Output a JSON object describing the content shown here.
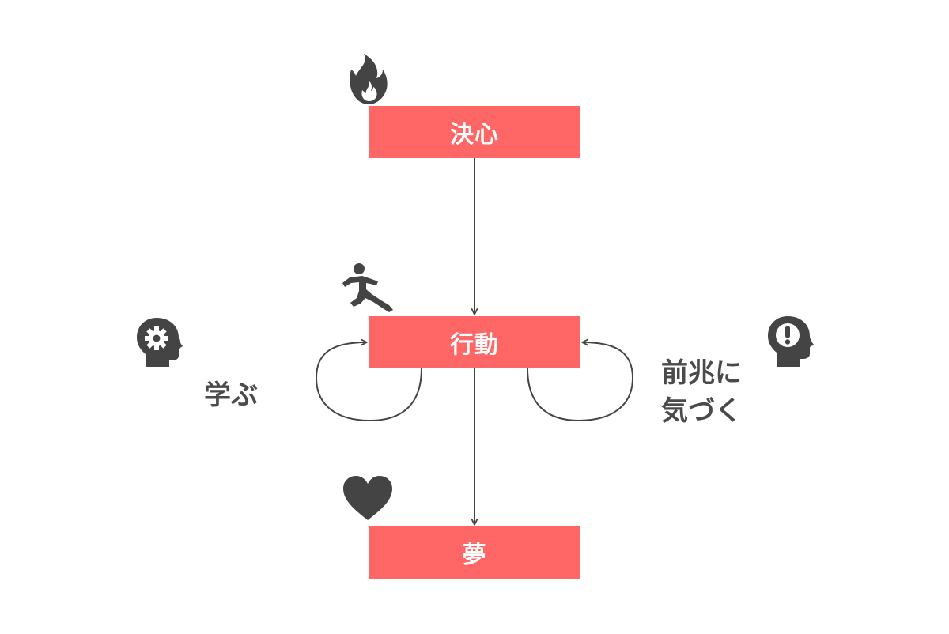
{
  "colors": {
    "node_fill": "#FF6666",
    "node_text": "#FFFFFF",
    "icon": "#444444",
    "line": "#444444",
    "label": "#4A4A4A",
    "background": "#FFFFFF"
  },
  "nodes": {
    "decision": {
      "label": "決心",
      "icon": "fire-icon"
    },
    "action": {
      "label": "行動",
      "icon": "running-person-icon"
    },
    "dream": {
      "label": "夢",
      "icon": "heart-icon"
    }
  },
  "loops": {
    "left": {
      "label": "学ぶ",
      "icon": "head-gear-icon"
    },
    "right": {
      "label_line1": "前兆に",
      "label_line2": "気づく",
      "icon": "head-exclamation-icon"
    }
  }
}
